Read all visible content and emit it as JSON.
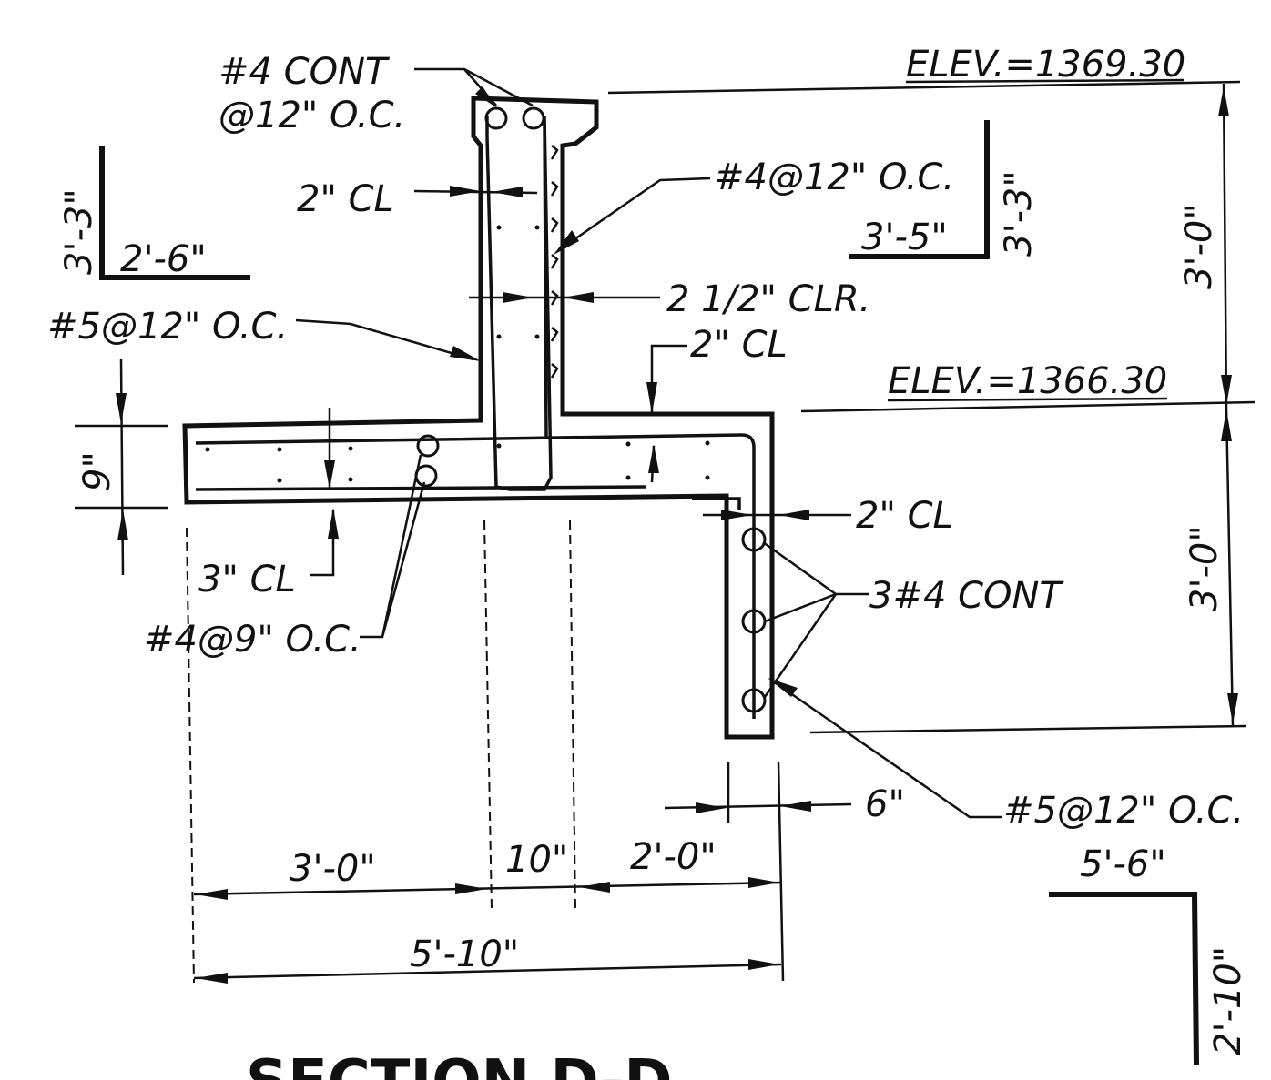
{
  "title": "SECTION D-D",
  "elevations": {
    "top": "ELEV.=1369.30",
    "mid": "ELEV.=1366.30"
  },
  "dimensions": {
    "right_upper": "3'-0\"",
    "right_lower": "3'-0\"",
    "slab_thickness": "9\"",
    "bottom_left": "3'-0\"",
    "bottom_stem": "10\"",
    "bottom_right": "2'-0\"",
    "bottom_total": "5'-10\"",
    "key_width": "6\""
  },
  "callouts": {
    "top_cont": "#4 CONT",
    "top_cont_spacing": "@12\" O.C.",
    "stem_cover": "2\" CL",
    "stem_bars": "#4@12\" O.C.",
    "stem_clear": "2 1/2\" CLR.",
    "left_bars": "#5@12\" O.C.",
    "slab_top_cover": "2\" CL",
    "slab_bottom_cover": "3\" CL",
    "slab_bars": "#4@9\" O.C.",
    "key_cover": "2\" CL",
    "key_cont": "3#4 CONT",
    "key_bars": "#5@12\" O.C."
  },
  "bar_shapes": {
    "left": {
      "vertical": "3'-3\"",
      "horizontal": "2'-6\""
    },
    "right_upper": {
      "vertical": "3'-3\"",
      "horizontal": "3'-5\""
    },
    "right_lower": {
      "vertical": "2'-10\"",
      "horizontal": "5'-6\""
    }
  }
}
